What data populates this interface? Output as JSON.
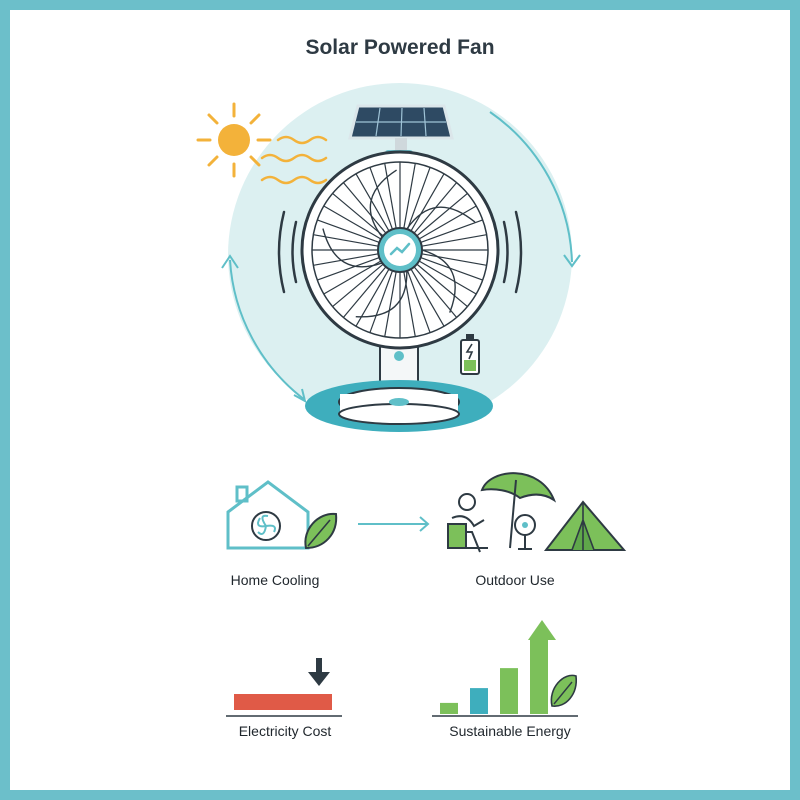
{
  "title": "Solar Powered Fan",
  "labels": {
    "home_cooling": "Home Cooling",
    "outdoor_use": "Outdoor Use",
    "electricity_cost": "Electricity Cost",
    "sustainable_energy": "Sustainable Energy"
  },
  "colors": {
    "frame": "#6cbfca",
    "teal": "#5fbfc8",
    "sun": "#f3b23a",
    "green": "#7cc05a",
    "red": "#e05a47",
    "dark": "#2e3a43"
  },
  "energy_bars": [
    0.15,
    0.35,
    0.62,
    1.0
  ],
  "icons": [
    "sun-icon",
    "heat-wave-icon",
    "solar-panel-icon",
    "fan-icon",
    "battery-icon",
    "house-icon",
    "leaf-icon",
    "arrow-right-icon",
    "umbrella-icon",
    "person-icon",
    "tent-icon",
    "arrow-down-icon",
    "arrow-up-icon"
  ]
}
